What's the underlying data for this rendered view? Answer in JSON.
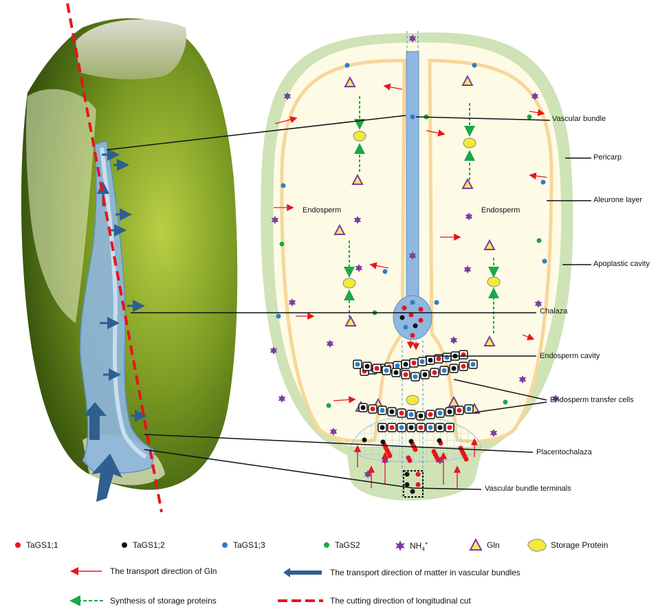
{
  "labels": {
    "vascular_bundle": "Vascular bundle",
    "pericarp": "Pericarp",
    "aleurone_layer": "Aleurone layer",
    "apoplastic_cavity": "Apoplastic cavity",
    "chalaza": "Chalaza",
    "endosperm_cavity": "Endosperm cavity",
    "endosperm_transfer_cells": "Endosperm transfer cells",
    "placentochalaza": "Placentochalaza",
    "vascular_bundle_terminals": "Vascular bundle terminals",
    "endosperm": "Endosperm"
  },
  "legend": {
    "tags1_1": "TaGS1;1",
    "tags1_2": "TaGS1;2",
    "tags1_3": "TaGS1;3",
    "tags2": "TaGS2",
    "nh4": "NH",
    "nh4_sub": "4",
    "nh4_sup": "+",
    "gln": "Gln",
    "storage_protein": "Storage Protein",
    "transport_gln": "The transport direction of Gln",
    "transport_matter": "The transport direction of matter in vascular bundles",
    "synthesis": "Synthesis of storage proteins",
    "cutting": "The cutting direction of longitudinal cut"
  },
  "colors": {
    "tags1_1": "#e8141c",
    "tags1_2": "#111111",
    "tags1_3": "#2e7dc4",
    "tags2": "#1aa84a",
    "nh4": "#7a3ea1",
    "gln_outline": "#7a3ea1",
    "gln_fill": "#f5e66a",
    "storage_protein": "#f2ea3a",
    "pericarp": "#cfe3b6",
    "aleurone": "#f7d79a",
    "endosperm": "#fdfbe6",
    "vascular": "#8fb7df",
    "cut_line": "#e8141c",
    "matter_arrow": "#2e5f8f",
    "synthesis_arrow": "#1aa84a"
  }
}
